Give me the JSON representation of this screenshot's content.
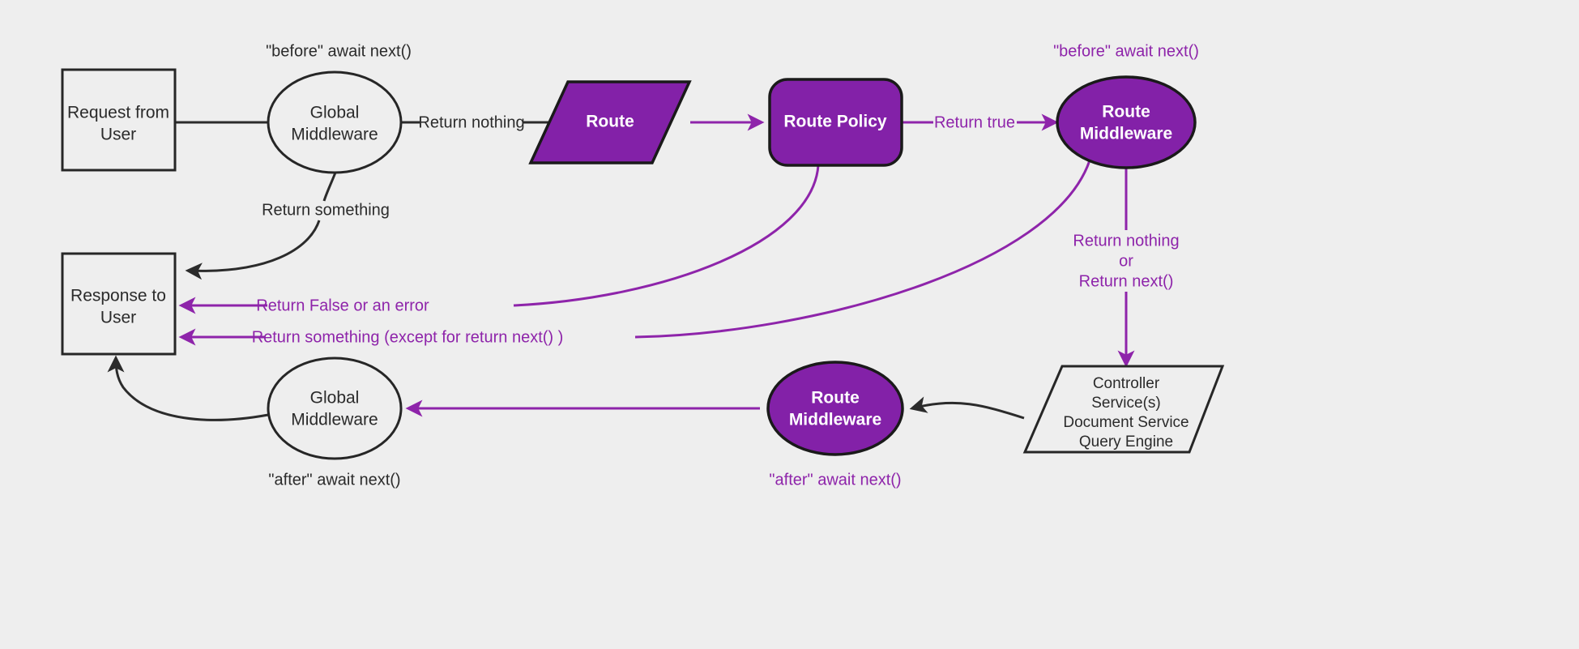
{
  "diagram": {
    "background_color": "#eeeeee",
    "accent_purple": "#8321a8",
    "line_purple": "#8e24aa",
    "dark": "#262626",
    "nodes": {
      "request_from_user": {
        "line1": "Request from",
        "line2": "User"
      },
      "global_middleware_top": {
        "line1": "Global",
        "line2": "Middleware"
      },
      "route": {
        "label": "Route"
      },
      "route_policy": {
        "label": "Route Policy"
      },
      "route_middleware_top": {
        "line1": "Route",
        "line2": "Middleware"
      },
      "response_to_user": {
        "line1": "Response to",
        "line2": "User"
      },
      "global_middleware_bottom": {
        "line1": "Global",
        "line2": "Middleware"
      },
      "route_middleware_bottom": {
        "line1": "Route",
        "line2": "Middleware"
      },
      "controller_stack": {
        "line1": "Controller",
        "line2": "Service(s)",
        "line3": "Document Service",
        "line4": "Query Engine"
      }
    },
    "annotations": {
      "before_await_next_top_left": "\"before\" await next()",
      "before_await_next_top_right": "\"before\" await next()",
      "after_await_next_bottom_left": "\"after\" await next()",
      "after_await_next_bottom_right": "\"after\" await next()"
    },
    "edge_labels": {
      "return_nothing": "Return nothing",
      "return_something": "Return something",
      "return_true": "Return true",
      "return_false_or_error": "Return False or an error",
      "return_something_except": "Return something (except for return next() )",
      "return_nothing_or_1": "Return nothing",
      "return_nothing_or_2": "or",
      "return_nothing_or_3": "Return next()"
    }
  }
}
